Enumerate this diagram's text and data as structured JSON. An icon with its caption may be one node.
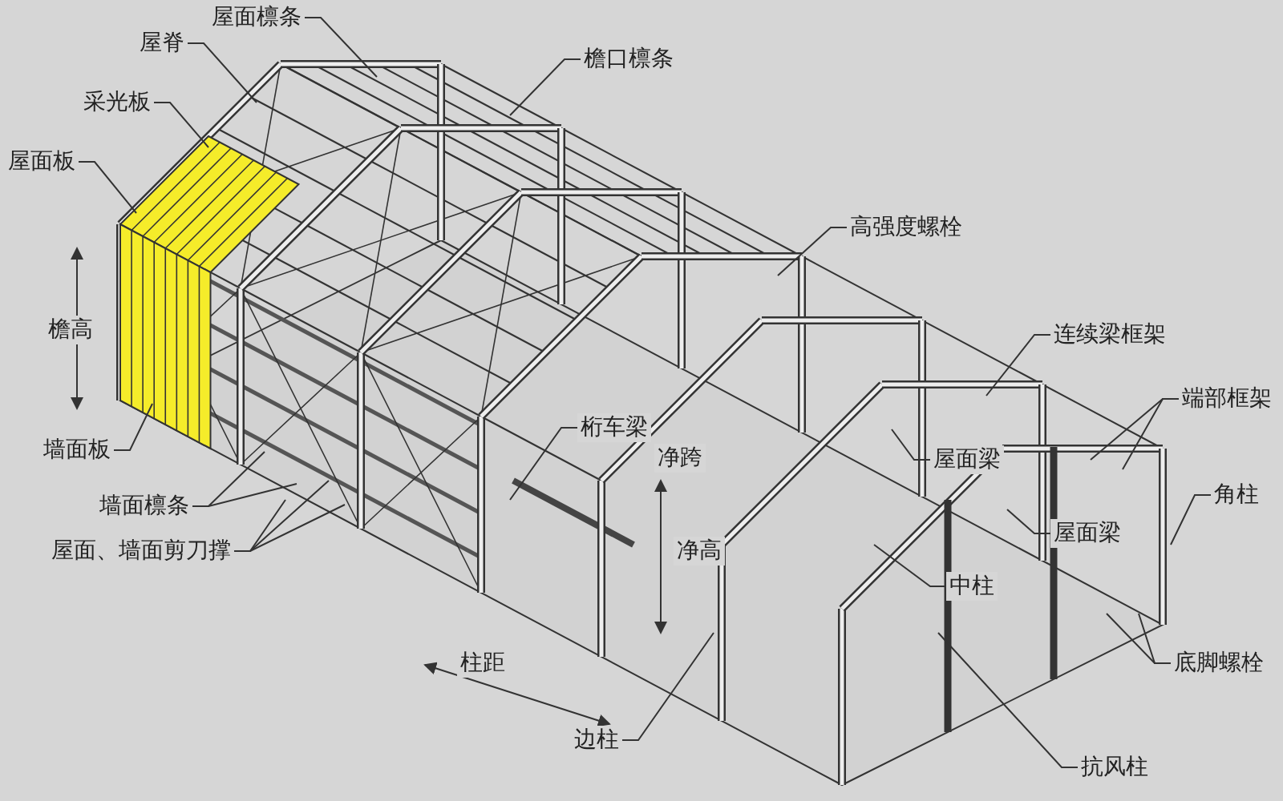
{
  "diagram": {
    "nodes": [
      {
        "text": [
          "屋面檩条"
        ]
      },
      {
        "text": [
          "屋脊"
        ]
      },
      {
        "text": [
          "檐口檩条"
        ]
      },
      {
        "text": [
          "采光板"
        ]
      },
      {
        "text": [
          "屋面板"
        ]
      },
      {
        "text": [
          "高强度螺栓"
        ]
      },
      {
        "text": [
          "连续梁框架"
        ]
      },
      {
        "text": [
          "端部框架"
        ]
      },
      {
        "text": [
          "桁车梁"
        ]
      },
      {
        "text": [
          "墙面板"
        ]
      },
      {
        "text": [
          "屋面梁"
        ]
      },
      {
        "text": [
          "角柱"
        ]
      },
      {
        "text": [
          "墙面檩条"
        ]
      },
      {
        "text": [
          "屋面梁"
        ]
      },
      {
        "text": [
          "屋面、墙面剪刀撑"
        ]
      },
      {
        "text": [
          "中柱"
        ]
      },
      {
        "text": [
          "底脚螺栓"
        ]
      },
      {
        "text": [
          "边柱"
        ]
      },
      {
        "text": [
          "抗风柱"
        ]
      }
    ],
    "edges": [
      {
        "from": 0,
        "to": null,
        "arrow": "none"
      },
      {
        "from": 1,
        "to": null,
        "arrow": "none"
      },
      {
        "from": 2,
        "to": null,
        "arrow": "none"
      },
      {
        "from": 3,
        "to": null,
        "arrow": "none"
      },
      {
        "from": 4,
        "to": null,
        "arrow": "none"
      },
      {
        "from": 5,
        "to": null,
        "arrow": "none"
      },
      {
        "from": 6,
        "to": null,
        "arrow": "none"
      },
      {
        "from": 7,
        "to": null,
        "arrow": "none"
      },
      {
        "from": 7,
        "to": null,
        "arrow": "none"
      },
      {
        "from": 8,
        "to": null,
        "arrow": "none"
      },
      {
        "from": 9,
        "to": null,
        "arrow": "none"
      },
      {
        "from": 10,
        "to": null,
        "arrow": "none"
      },
      {
        "from": 11,
        "to": null,
        "arrow": "none"
      },
      {
        "from": 12,
        "to": null,
        "arrow": "none"
      },
      {
        "from": 12,
        "to": null,
        "arrow": "none"
      },
      {
        "from": 13,
        "to": null,
        "arrow": "none"
      },
      {
        "from": 14,
        "to": null,
        "arrow": "none"
      },
      {
        "from": 14,
        "to": null,
        "arrow": "none"
      },
      {
        "from": 14,
        "to": null,
        "arrow": "none"
      },
      {
        "from": 15,
        "to": null,
        "arrow": "none"
      },
      {
        "from": 16,
        "to": null,
        "arrow": "none"
      },
      {
        "from": 16,
        "to": null,
        "arrow": "none"
      },
      {
        "from": 17,
        "to": null,
        "arrow": "none"
      },
      {
        "from": 18,
        "to": null,
        "arrow": "none"
      }
    ],
    "labels": [
      "檐高",
      "净跨",
      "净高",
      "柱距"
    ]
  }
}
